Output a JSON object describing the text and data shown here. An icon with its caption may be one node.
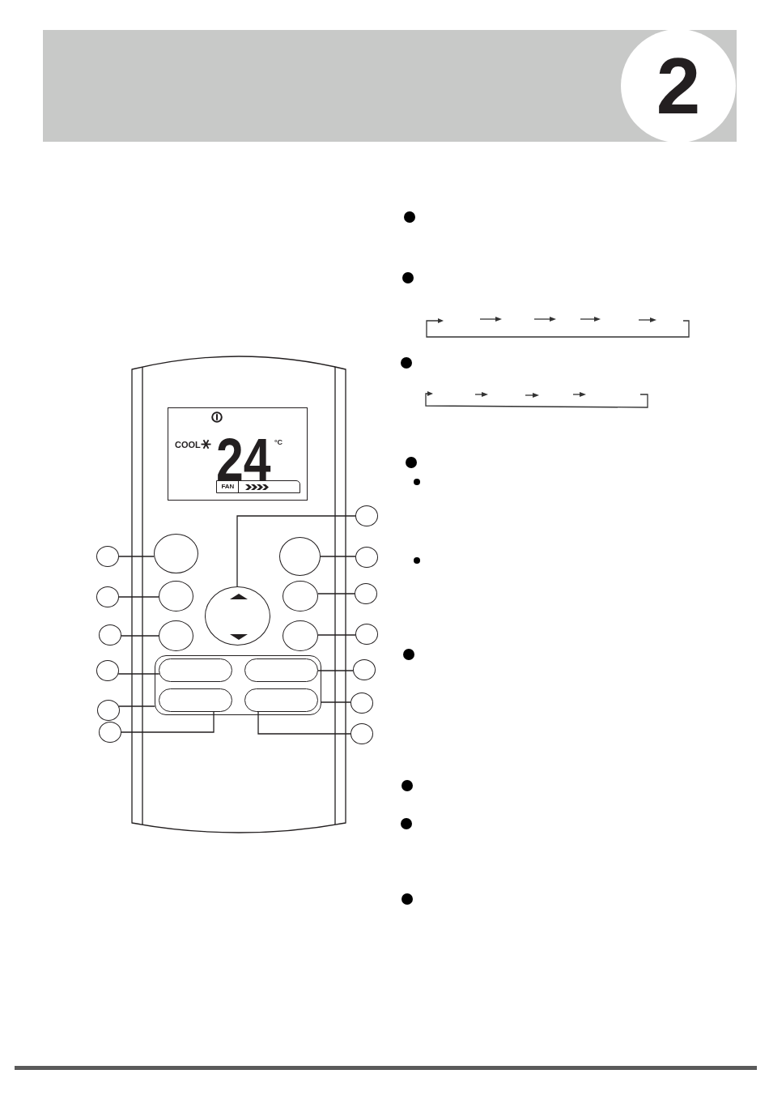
{
  "diagram": {
    "nodes": [
      {
        "text": [
          "2"
        ]
      },
      {
        "text": [
          "COOL",
          "24",
          "°C"
        ]
      },
      {
        "text": [
          "FAN"
        ],
        "in": 1
      },
      {
        "text": [],
        "shape": "circle"
      },
      {
        "text": [],
        "shape": "circle"
      },
      {
        "text": [],
        "shape": "circle"
      },
      {
        "text": [],
        "shape": "circle"
      },
      {
        "text": [],
        "shape": "circle"
      },
      {
        "text": [],
        "shape": "circle"
      },
      {
        "text": [],
        "shape": "circle"
      },
      {
        "text": [],
        "shape": "circle"
      },
      {
        "text": [],
        "shape": "circle"
      },
      {
        "text": [],
        "shape": "circle"
      },
      {
        "text": [],
        "shape": "circle"
      },
      {
        "text": [],
        "shape": "circle"
      },
      {
        "text": [],
        "shape": "circle"
      },
      {
        "text": [],
        "shape": "circle"
      },
      {
        "text": [],
        "shape": "box"
      },
      {
        "text": [],
        "shape": "circle"
      },
      {
        "text": [],
        "shape": "box",
        "in": 17
      },
      {
        "text": [],
        "shape": "box",
        "in": 17
      },
      {
        "text": [],
        "shape": "circle"
      },
      {
        "text": [],
        "shape": "circle"
      },
      {
        "text": [],
        "shape": "box",
        "in": 17
      },
      {
        "text": [],
        "shape": "box",
        "in": 17
      },
      {
        "text": [],
        "shape": "circle"
      },
      {
        "text": [],
        "shape": "circle"
      },
      {
        "text": [],
        "shape": "circle"
      }
    ],
    "edges": [
      {
        "from": 4,
        "to": 5,
        "arrow": "none"
      },
      {
        "from": 8,
        "to": 9,
        "arrow": "none"
      },
      {
        "from": 13,
        "to": 14,
        "arrow": "none"
      },
      {
        "from": 18,
        "to": 19,
        "arrow": "none"
      },
      {
        "from": 22,
        "to": 17,
        "arrow": "none"
      },
      {
        "from": 26,
        "to": 23,
        "arrow": "none"
      },
      {
        "from": 3,
        "to": 10,
        "arrow": "none"
      },
      {
        "from": 7,
        "to": 6,
        "arrow": "none"
      },
      {
        "from": 12,
        "to": 11,
        "arrow": "none"
      },
      {
        "from": 16,
        "to": 15,
        "arrow": "none"
      },
      {
        "from": 21,
        "to": 20,
        "arrow": "none"
      },
      {
        "from": 25,
        "to": 17,
        "arrow": "none"
      },
      {
        "from": 27,
        "to": 24,
        "arrow": "none"
      }
    ]
  }
}
